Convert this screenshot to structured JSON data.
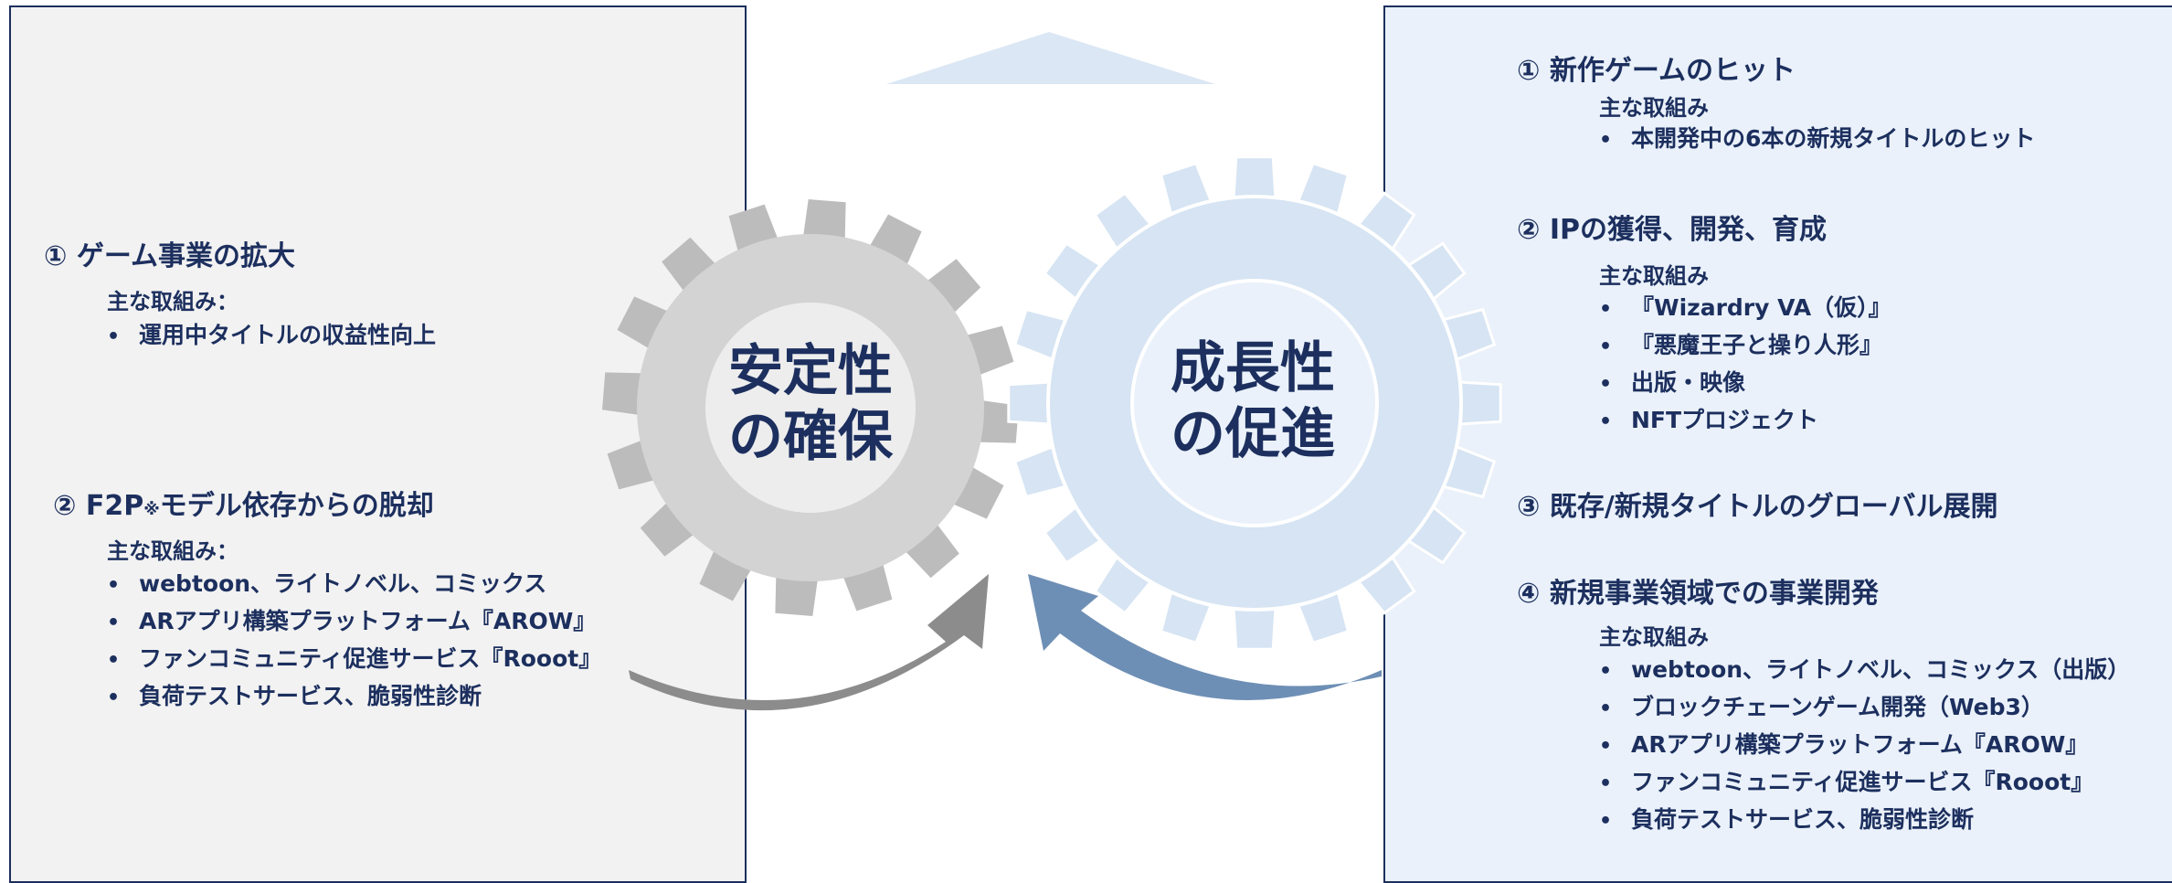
{
  "colors": {
    "navy": "#1c2f5e",
    "left_panel_bg": "#f2f2f2",
    "right_panel_bg": "#eaf1fa",
    "gear_gray": "#c7c7c7",
    "gear_blue": "#d6e4f3",
    "arrow_gray": "#8c8c8c",
    "arrow_blue": "#6e8fb5",
    "triangle": "#dbe7f4"
  },
  "gears": {
    "left": {
      "line1": "安定性",
      "line2": "の確保"
    },
    "right": {
      "line1": "成長性",
      "line2": "の促進"
    }
  },
  "left": {
    "item1": {
      "heading": "① ゲーム事業の拡大",
      "sub": "主な取組み：",
      "bullets": [
        "運用中タイトルの収益性向上"
      ]
    },
    "item2": {
      "heading_pre": "② F2P",
      "heading_mark": "※",
      "heading_post": "モデル依存からの脱却",
      "sub": "主な取組み：",
      "bullets": [
        "webtoon、ライトノベル、コミックス",
        "ARアプリ構築プラットフォーム『AROW』",
        "ファンコミュニティ促進サービス『Rooot』",
        "負荷テストサービス、脆弱性診断"
      ]
    }
  },
  "right": {
    "item1": {
      "heading": "① 新作ゲームのヒット",
      "sub": "主な取組み",
      "bullets": [
        "本開発中の6本の新規タイトルのヒット"
      ]
    },
    "item2": {
      "heading": "② IPの獲得、開発、育成",
      "sub": "主な取組み",
      "bullets": [
        "『Wizardry VA（仮）』",
        "『悪魔王子と操り人形』",
        "出版・映像",
        "NFTプロジェクト"
      ]
    },
    "item3": {
      "heading": "③ 既存/新規タイトルのグローバル展開"
    },
    "item4": {
      "heading": "④ 新規事業領域での事業開発",
      "sub": "主な取組み",
      "bullets": [
        "webtoon、ライトノベル、コミックス（出版）",
        "ブロックチェーンゲーム開発（Web3）",
        "ARアプリ構築プラットフォーム『AROW』",
        "ファンコミュニティ促進サービス『Rooot』",
        "負荷テストサービス、脆弱性診断"
      ]
    }
  }
}
